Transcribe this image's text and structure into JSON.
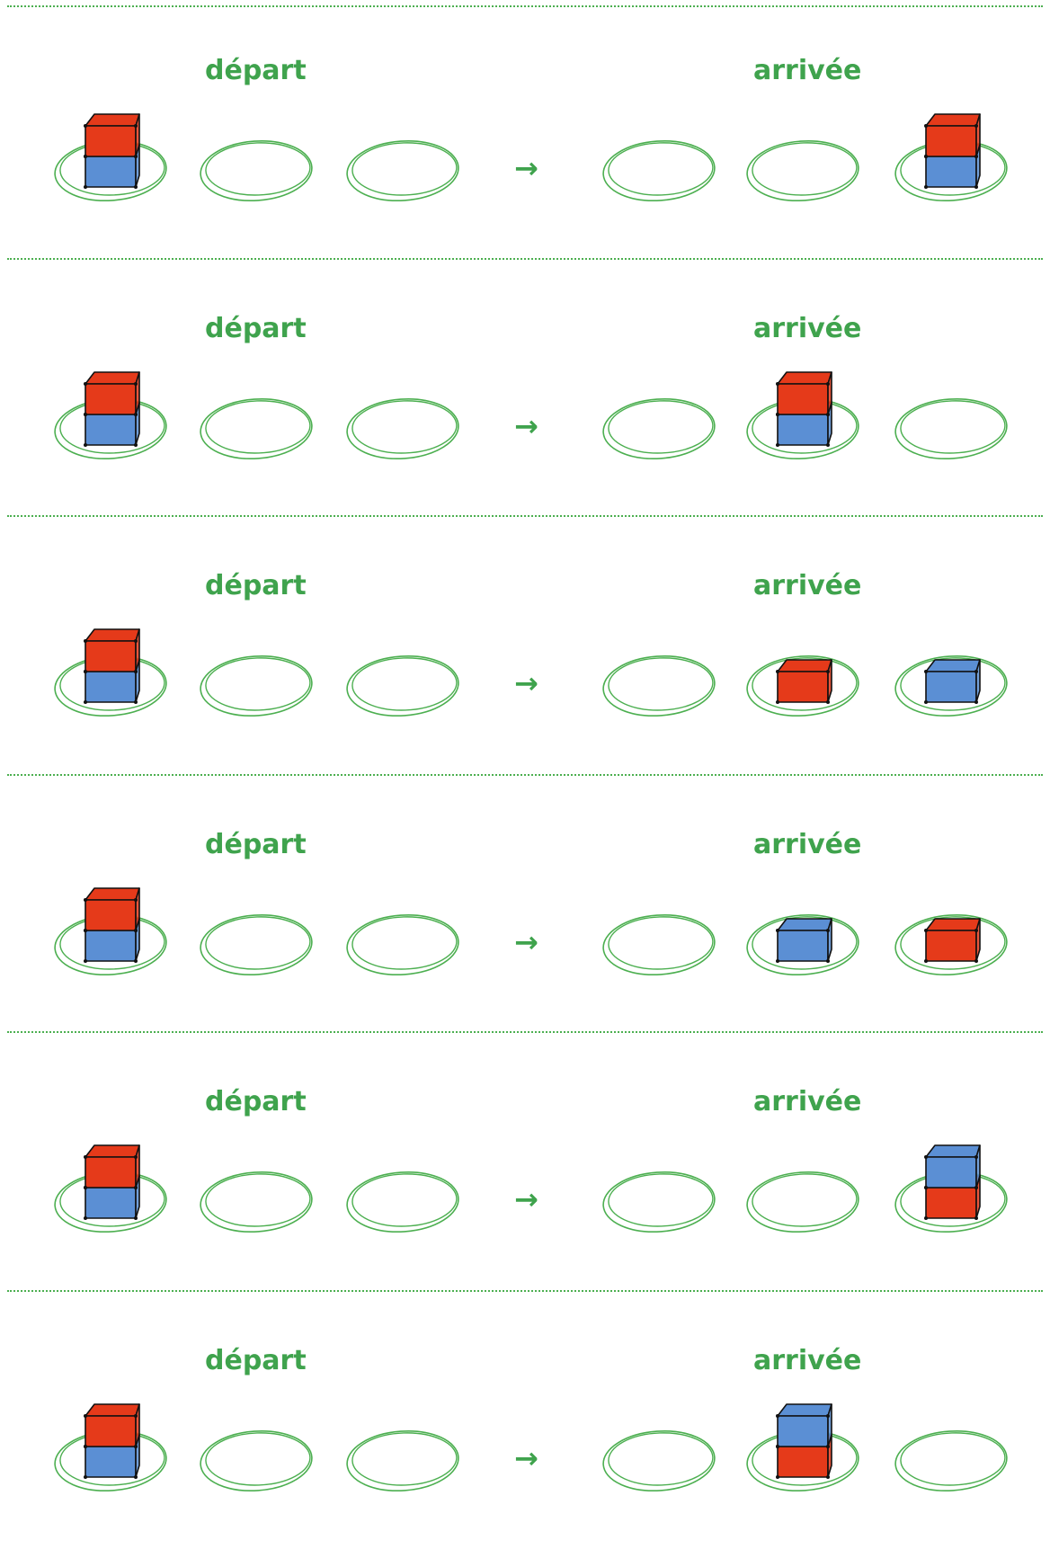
{
  "colors": {
    "green": "#3fa34d",
    "plate": "#4caf50",
    "red": "#e53a1a",
    "blue": "#5b8fd4"
  },
  "rows": [
    {
      "depart": "départ",
      "arrivee": "arrivée",
      "arrow": "→",
      "start": [
        [
          "blue",
          "red"
        ],
        [],
        []
      ],
      "end": [
        [],
        [],
        [
          "blue",
          "red"
        ]
      ]
    },
    {
      "depart": "départ",
      "arrivee": "arrivée",
      "arrow": "→",
      "start": [
        [
          "blue",
          "red"
        ],
        [],
        []
      ],
      "end": [
        [],
        [
          "blue",
          "red"
        ],
        []
      ]
    },
    {
      "depart": "départ",
      "arrivee": "arrivée",
      "arrow": "→",
      "start": [
        [
          "blue",
          "red"
        ],
        [],
        []
      ],
      "end": [
        [],
        [
          "red"
        ],
        [
          "blue"
        ]
      ]
    },
    {
      "depart": "départ",
      "arrivee": "arrivée",
      "arrow": "→",
      "start": [
        [
          "blue",
          "red"
        ],
        [],
        []
      ],
      "end": [
        [],
        [
          "blue"
        ],
        [
          "red"
        ]
      ]
    },
    {
      "depart": "départ",
      "arrivee": "arrivée",
      "arrow": "→",
      "start": [
        [
          "blue",
          "red"
        ],
        [],
        []
      ],
      "end": [
        [],
        [],
        [
          "red",
          "blue"
        ]
      ]
    },
    {
      "depart": "départ",
      "arrivee": "arrivée",
      "arrow": "→",
      "start": [
        [
          "blue",
          "red"
        ],
        [],
        []
      ],
      "end": [
        [],
        [
          "red",
          "blue"
        ],
        []
      ]
    }
  ]
}
